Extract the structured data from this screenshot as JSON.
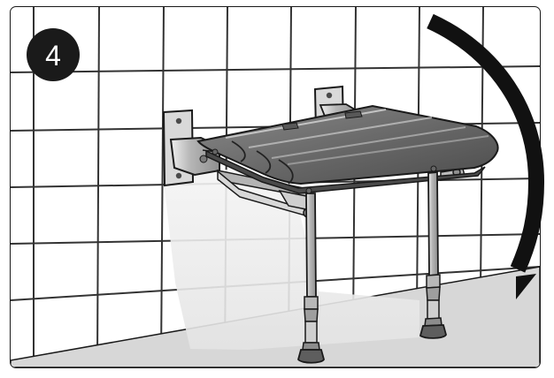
{
  "step": {
    "number": "4"
  },
  "icons": {
    "badge": "step-number-badge",
    "arrow": "curved-down-arrow"
  },
  "colors": {
    "outline": "#1a1a1a",
    "tile": "#ffffff",
    "grout": "#333333",
    "floor": "#d7d7d7",
    "seat": "#6f6f6f",
    "seat_shade": "#4f4f4f",
    "metal": "#a8a8a8",
    "shadow": "#e9e9e9"
  }
}
